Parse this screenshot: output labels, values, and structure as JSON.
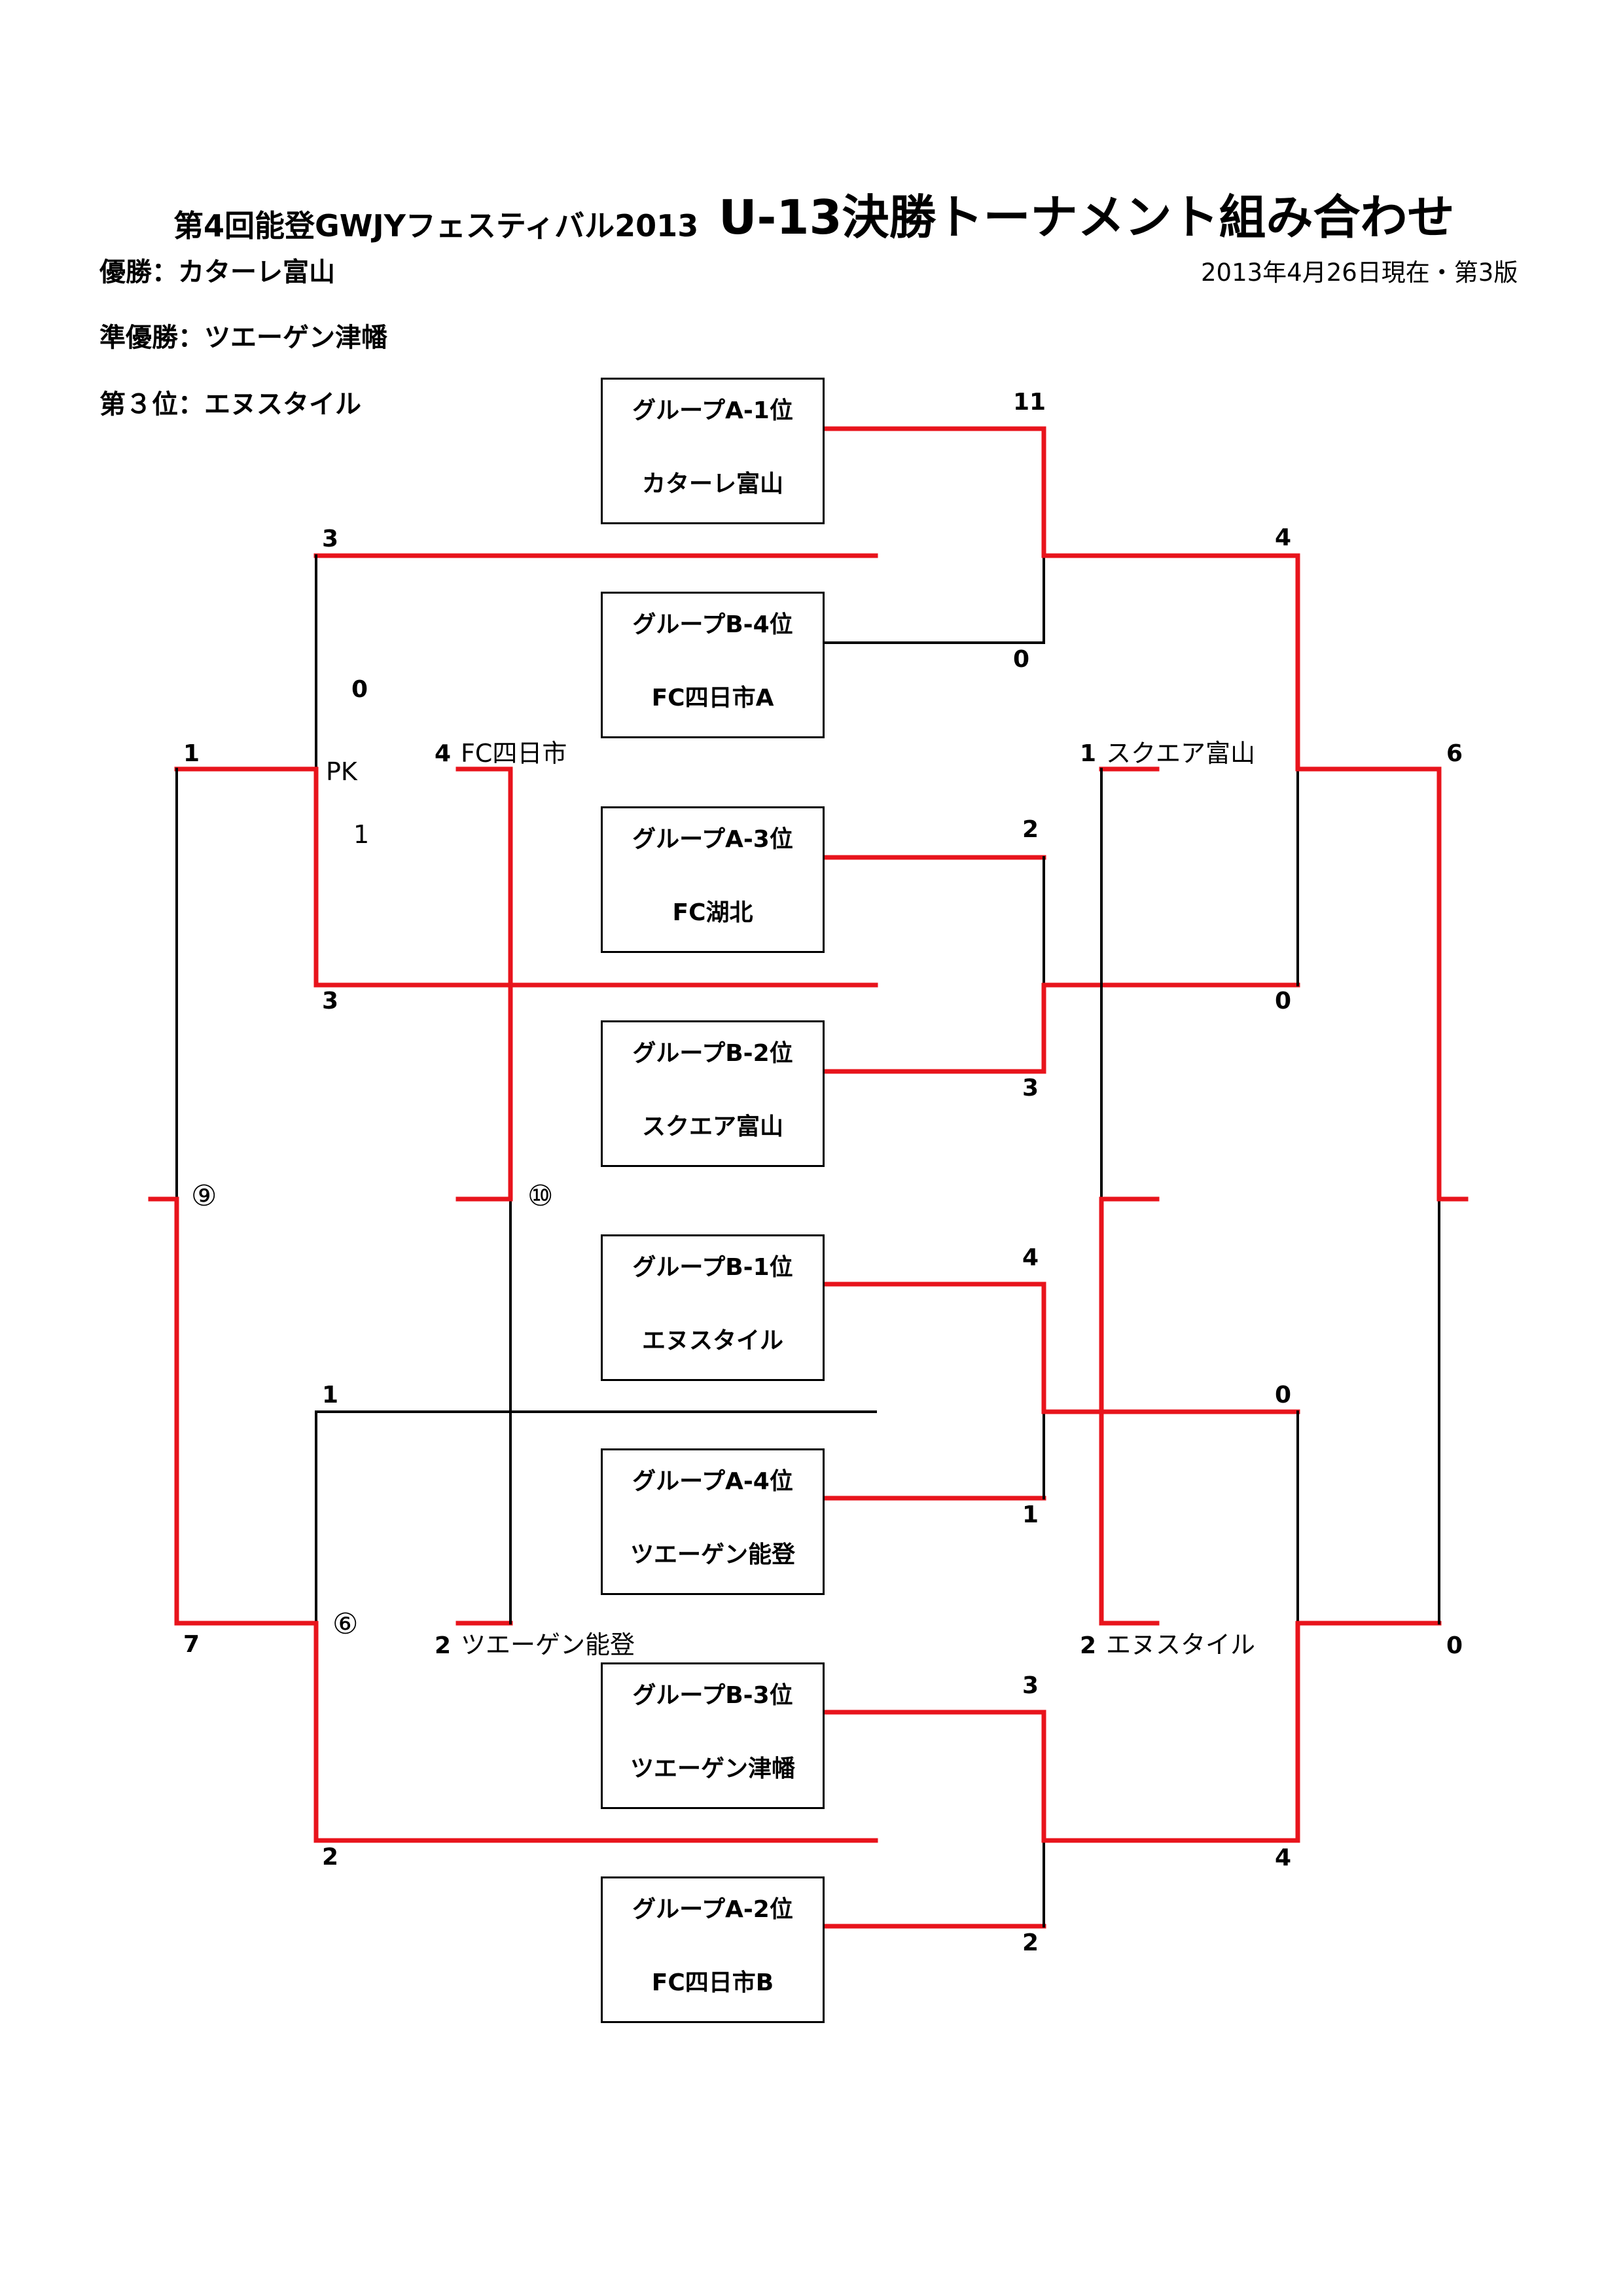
{
  "header": {
    "event_title": "第4回能登GWJYフェスティバル2013",
    "main_title": "U-13決勝トーナメント組み合わせ",
    "as_of": "2013年4月26日現在・第3版"
  },
  "results": {
    "champion": "優勝：カターレ富山",
    "runner_up": "準優勝：ツエーゲン津幡",
    "third_place": "第３位：エヌスタイル"
  },
  "teams": [
    {
      "seed": "グループA-1位",
      "name": "カターレ富山"
    },
    {
      "seed": "グループB-4位",
      "name": "FC四日市A"
    },
    {
      "seed": "グループA-3位",
      "name": "FC湖北"
    },
    {
      "seed": "グループB-2位",
      "name": "スクエア富山"
    },
    {
      "seed": "グループB-1位",
      "name": "エヌスタイル"
    },
    {
      "seed": "グループA-4位",
      "name": "ツエーゲン能登"
    },
    {
      "seed": "グループB-3位",
      "name": "ツエーゲン津幡"
    },
    {
      "seed": "グループA-2位",
      "name": "FC四日市B"
    }
  ],
  "round1_scores": {
    "m1_top": "11",
    "m1_bottom": "0",
    "m2_top": "2",
    "m2_bottom": "3",
    "m3_top": "4",
    "m3_bottom": "1",
    "m4_top": "3",
    "m4_bottom": "2"
  },
  "semifinal_scores": {
    "upper_top": "4",
    "upper_bottom": "0",
    "lower_top": "0",
    "lower_bottom": "4"
  },
  "consolation_scores": {
    "upper_top": "3",
    "upper_bottom": "3",
    "upper_pk_top": "0",
    "upper_pk_label": "PK",
    "upper_pk_bottom": "1",
    "lower_top": "1",
    "lower_bottom": "2",
    "lower_marker": "⑥"
  },
  "placement_9": {
    "marker": "⑨",
    "top": "1",
    "bottom": "7"
  },
  "placement_10": {
    "marker": "⑩",
    "top_score": "4",
    "top_team": "FC四日市",
    "bottom_score": "2",
    "bottom_team": "ツエーゲン能登"
  },
  "third_place_match": {
    "top_score": "1",
    "top_team": "スクエア富山",
    "bottom_score": "2",
    "bottom_team": "エヌスタイル"
  },
  "final": {
    "top": "6",
    "bottom": "0"
  },
  "colors": {
    "winner_line": "#e8141c",
    "loser_line": "#000000"
  }
}
